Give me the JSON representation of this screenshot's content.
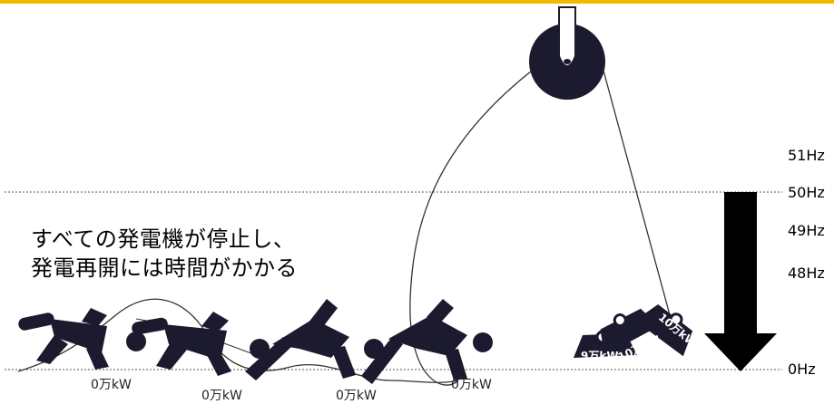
{
  "caption": {
    "line1": "すべての発電機が停止し、",
    "line2": "発電再開には時間がかかる"
  },
  "frequency_labels": [
    "51Hz",
    "50Hz",
    "49Hz",
    "48Hz",
    "0Hz"
  ],
  "generator_outputs": [
    "0万kW",
    "0万kW",
    "0万kW",
    "0万kW"
  ],
  "weight_labels": [
    "9万kW",
    "10万kW",
    "10万kW"
  ],
  "colors": {
    "accent_bar": "#f5b800",
    "figure_fill": "#1c1a2e",
    "arrow": "#000000",
    "line": "#333333"
  }
}
